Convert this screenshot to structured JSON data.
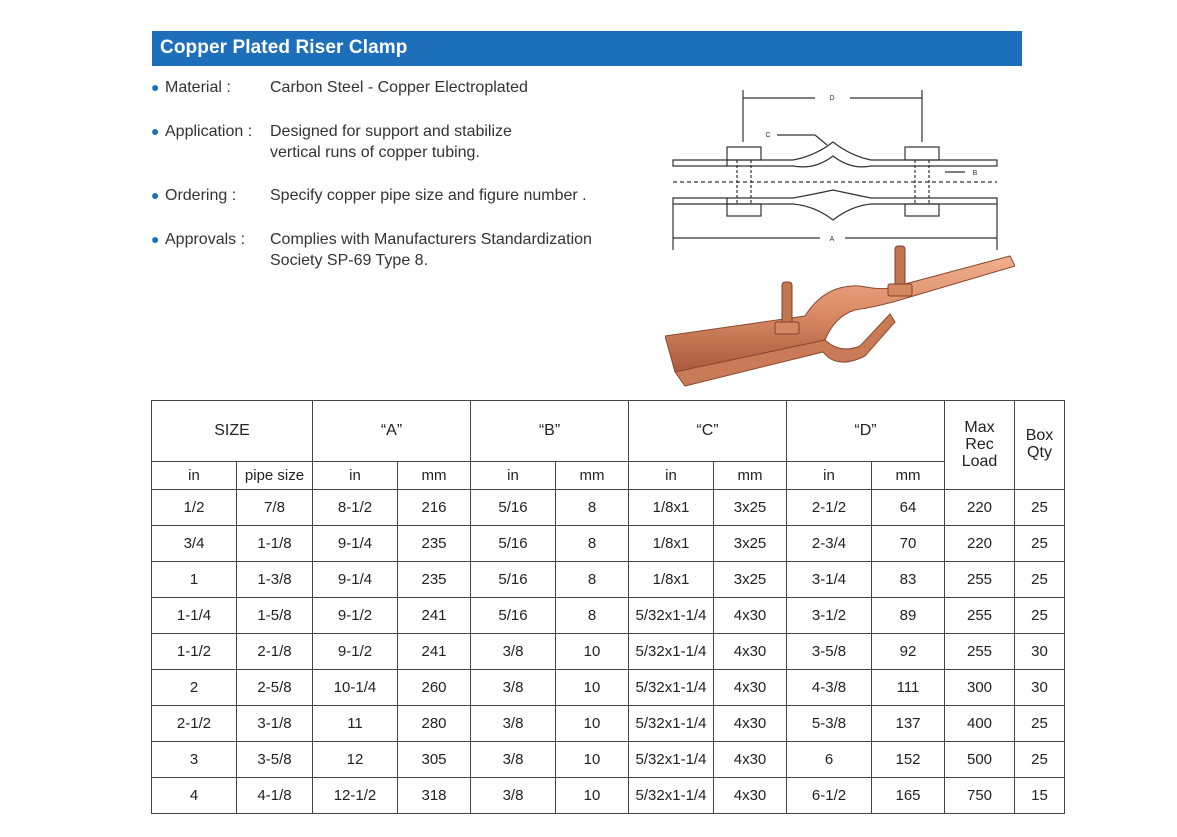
{
  "title": "Copper Plated Riser Clamp",
  "specs": [
    {
      "label": "Material :",
      "lines": [
        "Carbon Steel - Copper Electroplated"
      ]
    },
    {
      "label": "Application :",
      "lines": [
        "Designed for support and stabilize",
        "vertical runs of copper tubing."
      ]
    },
    {
      "label": "Ordering :",
      "lines": [
        "Specify copper pipe size and figure number ."
      ]
    },
    {
      "label": "Approvals :",
      "lines": [
        "Complies with Manufacturers Standardization",
        "Society SP-69 Type 8."
      ]
    }
  ],
  "diagram_labels": {
    "a": "A",
    "b": "B",
    "c": "C",
    "d": "D"
  },
  "table": {
    "group_headers": {
      "size": "SIZE",
      "a": "“A”",
      "b": "“B”",
      "c": "“C”",
      "d": "“D”",
      "max_rec_load": [
        "Max",
        "Rec",
        "Load"
      ],
      "box_qty": [
        "Box",
        "Qty"
      ]
    },
    "sub_headers": [
      "in",
      "pipe size",
      "in",
      "mm",
      "in",
      "mm",
      "in",
      "mm",
      "in",
      "mm"
    ],
    "rows": [
      [
        "1/2",
        "7/8",
        "8-1/2",
        "216",
        "5/16",
        "8",
        "1/8x1",
        "3x25",
        "2-1/2",
        "64",
        "220",
        "25"
      ],
      [
        "3/4",
        "1-1/8",
        "9-1/4",
        "235",
        "5/16",
        "8",
        "1/8x1",
        "3x25",
        "2-3/4",
        "70",
        "220",
        "25"
      ],
      [
        "1",
        "1-3/8",
        "9-1/4",
        "235",
        "5/16",
        "8",
        "1/8x1",
        "3x25",
        "3-1/4",
        "83",
        "255",
        "25"
      ],
      [
        "1-1/4",
        "1-5/8",
        "9-1/2",
        "241",
        "5/16",
        "8",
        "5/32x1-1/4",
        "4x30",
        "3-1/2",
        "89",
        "255",
        "25"
      ],
      [
        "1-1/2",
        "2-1/8",
        "9-1/2",
        "241",
        "3/8",
        "10",
        "5/32x1-1/4",
        "4x30",
        "3-5/8",
        "92",
        "255",
        "30"
      ],
      [
        "2",
        "2-5/8",
        "10-1/4",
        "260",
        "3/8",
        "10",
        "5/32x1-1/4",
        "4x30",
        "4-3/8",
        "111",
        "300",
        "30"
      ],
      [
        "2-1/2",
        "3-1/8",
        "11",
        "280",
        "3/8",
        "10",
        "5/32x1-1/4",
        "4x30",
        "5-3/8",
        "137",
        "400",
        "25"
      ],
      [
        "3",
        "3-5/8",
        "12",
        "305",
        "3/8",
        "10",
        "5/32x1-1/4",
        "4x30",
        "6",
        "152",
        "500",
        "25"
      ],
      [
        "4",
        "4-1/8",
        "12-1/2",
        "318",
        "3/8",
        "10",
        "5/32x1-1/4",
        "4x30",
        "6-1/2",
        "165",
        "750",
        "15"
      ]
    ]
  }
}
